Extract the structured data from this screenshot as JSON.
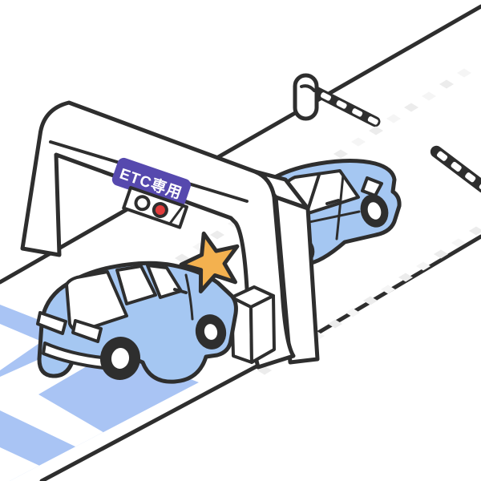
{
  "illustration": {
    "alt": "Isometric illustration of an ETC electronic toll gate: white gantry arch with a purple ETC専用 sign and white/red signal lights, an open striped barrier machine, a second barrier arm at the right edge, a blue car passing through with an orange communication spark at its rear, a blue car approaching over a blue chevron-striped lane marking, dashed tire-track marks, a lane wire and a road edge line.",
    "sign": {
      "label": "ETC専用"
    },
    "signal_lights": {
      "left": "white",
      "right": "red"
    },
    "colors": {
      "outline": "#2e2e2e",
      "car_blue": "#a5c7f2",
      "road_blue": "#a9c4f4",
      "sign_purple": "#5649ae",
      "sign_text": "#ffffff",
      "signal_red": "#e23c3c",
      "star_orange": "#f3b14f",
      "track_gray": "#ececec",
      "track_light": "#f5f5f5",
      "white": "#ffffff"
    }
  }
}
